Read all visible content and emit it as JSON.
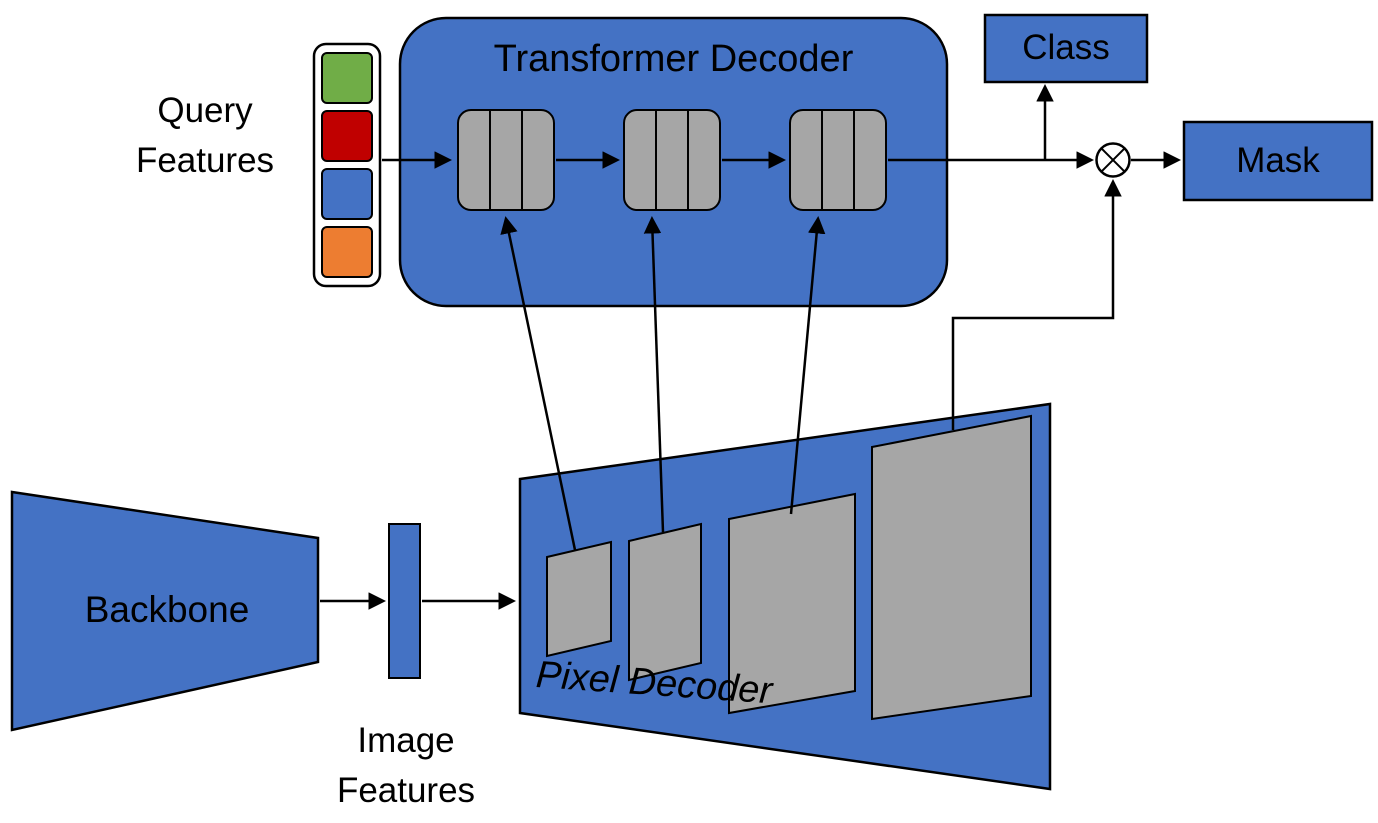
{
  "labels": {
    "query_features": {
      "line1": "Query",
      "line2": "Features"
    },
    "transformer_decoder": "Transformer Decoder",
    "class_box": "Class",
    "mask_box": "Mask",
    "backbone": "Backbone",
    "image_features": {
      "line1": "Image",
      "line2": "Features"
    },
    "pixel_decoder": "Pixel Decoder",
    "operator_symbol": "⊗"
  },
  "colors": {
    "shape_blue": "#4472c4",
    "shape_gray": "#a6a6a6",
    "panel_white": "#ffffff",
    "outline": "#000000",
    "background": "#ffffff"
  },
  "query_tokens": [
    {
      "id": "green",
      "color": "#70ad47"
    },
    {
      "id": "red",
      "color": "#c00000"
    },
    {
      "id": "blue",
      "color": "#4472c4"
    },
    {
      "id": "orange",
      "color": "#ed7d31"
    }
  ]
}
